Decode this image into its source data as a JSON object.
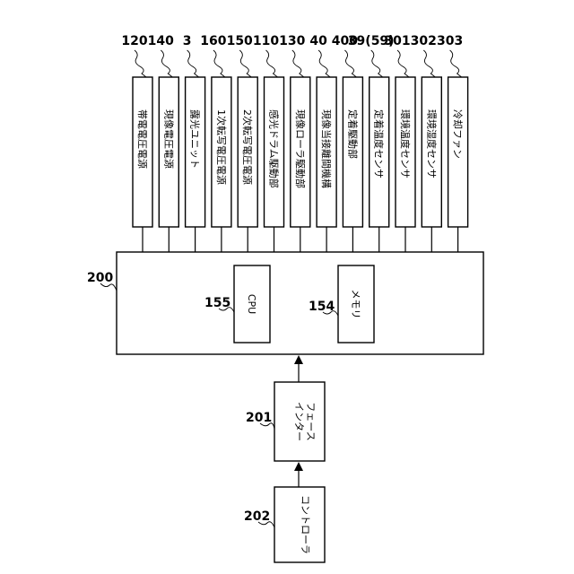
{
  "units": [
    {
      "ref": "120",
      "label": "帯電電圧電源"
    },
    {
      "ref": "140",
      "label": "現像電圧電源"
    },
    {
      "ref": "3",
      "label": "露光ユニット"
    },
    {
      "ref": "160",
      "label": "1次転写電圧電源"
    },
    {
      "ref": "150",
      "label": "2次転写電圧電源"
    },
    {
      "ref": "110",
      "label": "感光ドラム駆動部"
    },
    {
      "ref": "130",
      "label": "現像ローラ駆動部"
    },
    {
      "ref": "40",
      "label": "現像当接離間機構"
    },
    {
      "ref": "400",
      "label": "定着駆動部"
    },
    {
      "ref": "39(59)",
      "label": "定着温度センサ"
    },
    {
      "ref": "301",
      "label": "環境温度センサ"
    },
    {
      "ref": "302",
      "label": "環境湿度センサ"
    },
    {
      "ref": "303",
      "label": "冷却ファン"
    }
  ],
  "controller": {
    "ref": "200",
    "cpu": {
      "ref": "155",
      "label": "CPU"
    },
    "memory": {
      "ref": "154",
      "label": "メモリ"
    }
  },
  "interface": {
    "ref": "201",
    "label_line1": "インター",
    "label_line2": "フェース"
  },
  "external_controller": {
    "ref": "202",
    "label": "コントローラ"
  }
}
